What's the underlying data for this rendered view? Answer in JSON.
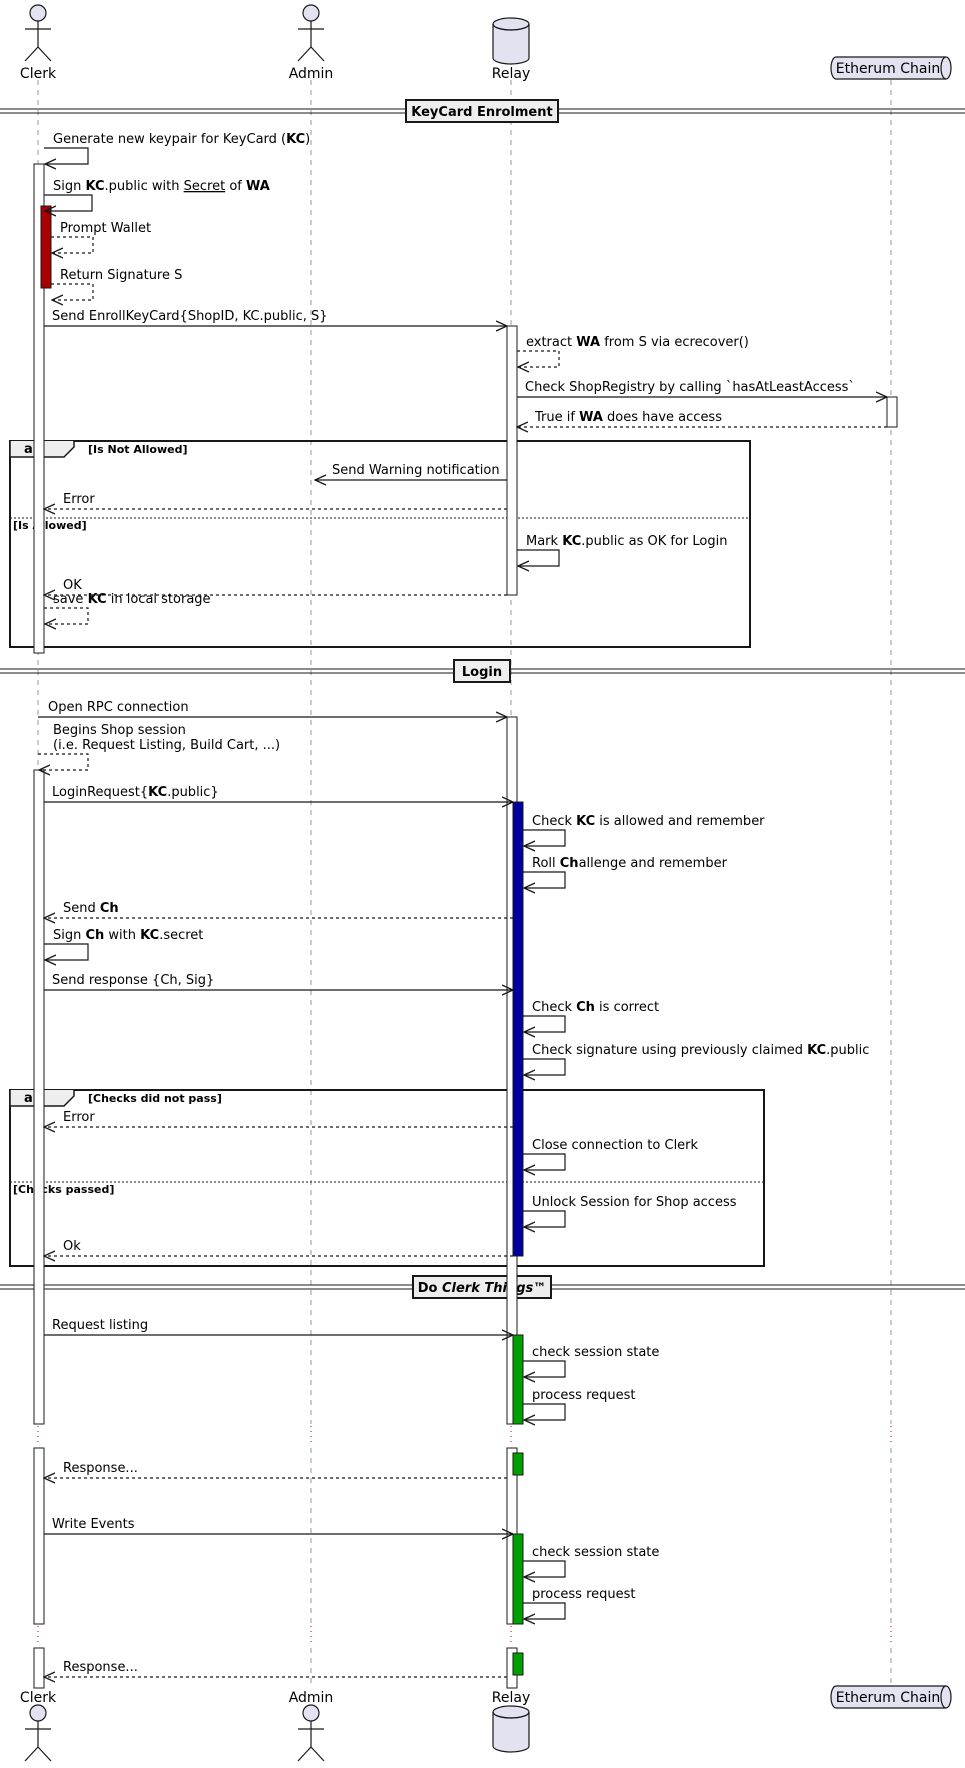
{
  "participants": [
    {
      "id": "clerk",
      "name": "Clerk",
      "kind": "actor"
    },
    {
      "id": "admin",
      "name": "Admin",
      "kind": "actor"
    },
    {
      "id": "relay",
      "name": "Relay",
      "kind": "database"
    },
    {
      "id": "chain",
      "name": "Etherum Chain",
      "kind": "queue"
    }
  ],
  "colors": {
    "actor_fill": "#e2e2f0",
    "line": "#181818",
    "lifeline": "#999999",
    "red": "#a80000",
    "blue": "#0000a0",
    "green": "#00a000",
    "divider_fill": "#eeeeee",
    "ellipsis": "#a80036"
  },
  "dividers": [
    {
      "id": "div-enrol",
      "text": "KeyCard Enrolment"
    },
    {
      "id": "div-login",
      "text": "Login"
    },
    {
      "id": "div-things",
      "parts": [
        {
          "t": "Do "
        },
        {
          "t": "Clerk Things",
          "i": true
        },
        {
          "t": "™"
        }
      ]
    }
  ],
  "groups": [
    {
      "id": "alt-1",
      "keyword": "alt",
      "cond1": "[Is Not Allowed]",
      "cond2": "[Is Allowed]"
    },
    {
      "id": "alt-2",
      "keyword": "alt",
      "cond1": "[Checks did not pass]",
      "cond2": "[Checks passed]"
    }
  ],
  "messages": [
    {
      "id": "m1",
      "type": "self",
      "dashed": false,
      "lines": [
        [
          {
            "t": "Generate new keypair for KeyCard ("
          },
          {
            "t": "KC",
            "b": true
          },
          {
            "t": ")"
          }
        ]
      ]
    },
    {
      "id": "m2",
      "type": "self",
      "dashed": false,
      "lines": [
        [
          {
            "t": "Sign "
          },
          {
            "t": "KC",
            "b": true
          },
          {
            "t": ".public with "
          },
          {
            "t": "Secret",
            "u": true
          },
          {
            "t": " of "
          },
          {
            "t": "WA",
            "b": true
          }
        ]
      ]
    },
    {
      "id": "m3",
      "type": "self",
      "dashed": true,
      "lines": [
        [
          {
            "t": "Prompt Wallet"
          }
        ]
      ]
    },
    {
      "id": "m4",
      "type": "self",
      "dashed": true,
      "lines": [
        [
          {
            "t": "Return Signature S"
          }
        ]
      ]
    },
    {
      "id": "m5",
      "type": "arrow",
      "dashed": false,
      "lines": [
        [
          {
            "t": "Send EnrollKeyCard{ShopID, KC.public, S}"
          }
        ]
      ]
    },
    {
      "id": "m6",
      "type": "self",
      "dashed": true,
      "lines": [
        [
          {
            "t": "extract "
          },
          {
            "t": "WA",
            "b": true
          },
          {
            "t": " from S via ecrecover()"
          }
        ]
      ]
    },
    {
      "id": "m7",
      "type": "arrow",
      "dashed": false,
      "lines": [
        [
          {
            "t": "Check ShopRegistry by calling `hasAtLeastAccess`"
          }
        ]
      ]
    },
    {
      "id": "m8",
      "type": "arrow",
      "dashed": true,
      "lines": [
        [
          {
            "t": "True if "
          },
          {
            "t": "WA",
            "b": true
          },
          {
            "t": " does have access"
          }
        ]
      ]
    },
    {
      "id": "m9",
      "type": "arrow",
      "dashed": false,
      "lines": [
        [
          {
            "t": "Send Warning notification"
          }
        ]
      ]
    },
    {
      "id": "m10",
      "type": "arrow",
      "dashed": true,
      "lines": [
        [
          {
            "t": "Error"
          }
        ]
      ]
    },
    {
      "id": "m11",
      "type": "self",
      "dashed": false,
      "lines": [
        [
          {
            "t": "Mark "
          },
          {
            "t": "KC",
            "b": true
          },
          {
            "t": ".public as OK for Login"
          }
        ]
      ]
    },
    {
      "id": "m12",
      "type": "arrow",
      "dashed": true,
      "lines": [
        [
          {
            "t": "OK"
          }
        ]
      ]
    },
    {
      "id": "m13",
      "type": "self",
      "dashed": true,
      "lines": [
        [
          {
            "t": "save "
          },
          {
            "t": "KC",
            "b": true
          },
          {
            "t": " in local storage"
          }
        ]
      ]
    },
    {
      "id": "m14",
      "type": "arrow",
      "dashed": false,
      "lines": [
        [
          {
            "t": "Open RPC connection"
          }
        ]
      ]
    },
    {
      "id": "m15",
      "type": "self",
      "dashed": true,
      "lines": [
        [
          {
            "t": "Begins Shop session"
          }
        ],
        [
          {
            "t": "(i.e. Request Listing, Build Cart, ...)"
          }
        ]
      ]
    },
    {
      "id": "m16",
      "type": "arrow",
      "dashed": false,
      "lines": [
        [
          {
            "t": "LoginRequest{"
          },
          {
            "t": "KC",
            "b": true
          },
          {
            "t": ".public}"
          }
        ]
      ]
    },
    {
      "id": "m17",
      "type": "self",
      "dashed": false,
      "lines": [
        [
          {
            "t": "Check "
          },
          {
            "t": "KC",
            "b": true
          },
          {
            "t": " is allowed and remember"
          }
        ]
      ]
    },
    {
      "id": "m18",
      "type": "self",
      "dashed": false,
      "lines": [
        [
          {
            "t": "Roll "
          },
          {
            "t": "Ch",
            "b": true
          },
          {
            "t": "allenge and remember"
          }
        ]
      ]
    },
    {
      "id": "m19",
      "type": "arrow",
      "dashed": true,
      "lines": [
        [
          {
            "t": "Send "
          },
          {
            "t": "Ch",
            "b": true
          }
        ]
      ]
    },
    {
      "id": "m20",
      "type": "self",
      "dashed": false,
      "lines": [
        [
          {
            "t": "Sign "
          },
          {
            "t": "Ch",
            "b": true
          },
          {
            "t": " with "
          },
          {
            "t": "KC",
            "b": true
          },
          {
            "t": ".secret"
          }
        ]
      ]
    },
    {
      "id": "m21",
      "type": "arrow",
      "dashed": false,
      "lines": [
        [
          {
            "t": "Send response {Ch, Sig}"
          }
        ]
      ]
    },
    {
      "id": "m22",
      "type": "self",
      "dashed": false,
      "lines": [
        [
          {
            "t": "Check "
          },
          {
            "t": "Ch",
            "b": true
          },
          {
            "t": " is correct"
          }
        ]
      ]
    },
    {
      "id": "m23",
      "type": "self",
      "dashed": false,
      "lines": [
        [
          {
            "t": "Check signature using previously claimed "
          },
          {
            "t": "KC",
            "b": true
          },
          {
            "t": ".public"
          }
        ]
      ]
    },
    {
      "id": "m24",
      "type": "arrow",
      "dashed": true,
      "lines": [
        [
          {
            "t": "Error"
          }
        ]
      ]
    },
    {
      "id": "m25",
      "type": "self",
      "dashed": false,
      "lines": [
        [
          {
            "t": "Close connection to Clerk"
          }
        ]
      ]
    },
    {
      "id": "m26",
      "type": "self",
      "dashed": false,
      "lines": [
        [
          {
            "t": "Unlock Session for Shop access"
          }
        ]
      ]
    },
    {
      "id": "m27",
      "type": "arrow",
      "dashed": true,
      "lines": [
        [
          {
            "t": "Ok"
          }
        ]
      ]
    },
    {
      "id": "m28",
      "type": "arrow",
      "dashed": false,
      "lines": [
        [
          {
            "t": "Request listing"
          }
        ]
      ]
    },
    {
      "id": "m29",
      "type": "self",
      "dashed": false,
      "lines": [
        [
          {
            "t": "check session state"
          }
        ]
      ]
    },
    {
      "id": "m30",
      "type": "self",
      "dashed": false,
      "lines": [
        [
          {
            "t": "process request"
          }
        ]
      ]
    },
    {
      "id": "m31",
      "type": "arrow",
      "dashed": true,
      "lines": [
        [
          {
            "t": "Response..."
          }
        ]
      ]
    },
    {
      "id": "m32",
      "type": "arrow",
      "dashed": false,
      "lines": [
        [
          {
            "t": "Write Events"
          }
        ]
      ]
    },
    {
      "id": "m33",
      "type": "self",
      "dashed": false,
      "lines": [
        [
          {
            "t": "check session state"
          }
        ]
      ]
    },
    {
      "id": "m34",
      "type": "self",
      "dashed": false,
      "lines": [
        [
          {
            "t": "process request"
          }
        ]
      ]
    },
    {
      "id": "m35",
      "type": "arrow",
      "dashed": true,
      "lines": [
        [
          {
            "t": "Response..."
          }
        ]
      ]
    }
  ]
}
